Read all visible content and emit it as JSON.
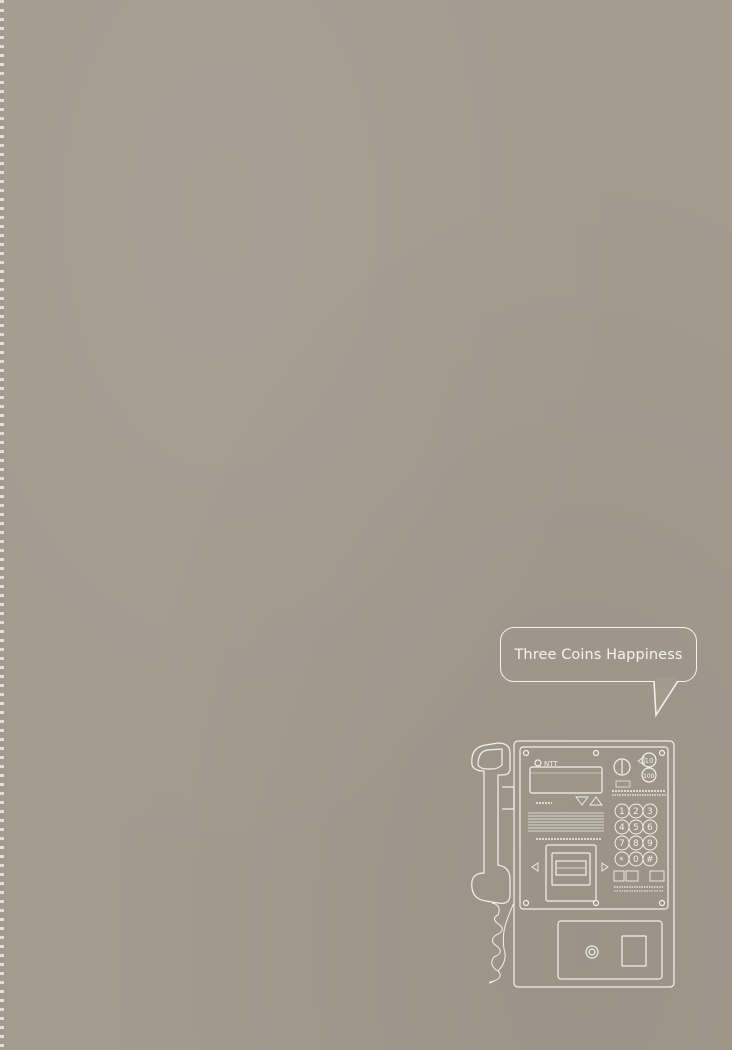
{
  "speech_bubble": {
    "text": "Three Coins Happiness"
  },
  "payphone": {
    "brand_label": "NTT",
    "coin_labels": [
      "10",
      "100"
    ],
    "keypad_keys": [
      "1",
      "2",
      "3",
      "4",
      "5",
      "6",
      "7",
      "8",
      "9",
      "*",
      "0",
      "#"
    ],
    "icon": "payphone-icon"
  },
  "colors": {
    "background": "#a39b8e",
    "line_art": "#f3f1ec"
  }
}
